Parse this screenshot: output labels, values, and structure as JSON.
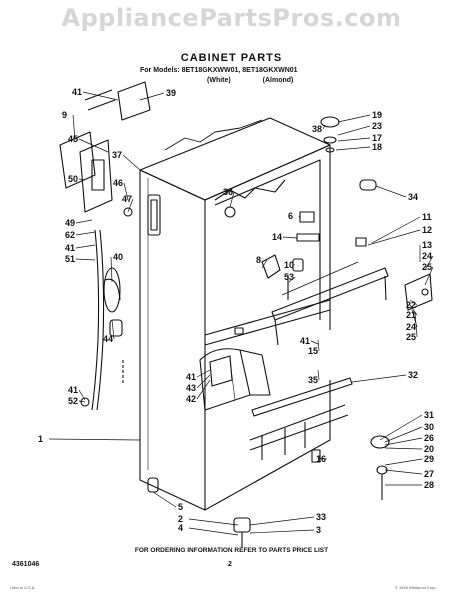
{
  "watermark": "AppliancePartsPros.com",
  "title": "CABINET PARTS",
  "models_line": "For Models: 8ET18GKXWW01, 8ET18GKXWN01",
  "variant_white": "(White)",
  "variant_almond": "(Almond)",
  "footer_note": "FOR ORDERING INFORMATION REFER TO PARTS PRICE LIST",
  "page_number": "2",
  "document_number": "4361046",
  "fine_print_left": "Litho in U.S.A.",
  "fine_print_right": "© 1990 Whirlpool Corp.",
  "callouts": [
    "41",
    "39",
    "9",
    "45",
    "37",
    "50",
    "46",
    "47",
    "49",
    "62",
    "41",
    "51",
    "40",
    "44",
    "36",
    "6",
    "14",
    "8",
    "10",
    "53",
    "38",
    "19",
    "23",
    "17",
    "18",
    "34",
    "11",
    "12",
    "13",
    "24",
    "25",
    "22",
    "21",
    "24",
    "25",
    "41",
    "15",
    "35",
    "41",
    "43",
    "42",
    "32",
    "41",
    "52",
    "1",
    "31",
    "30",
    "26",
    "20",
    "16",
    "29",
    "27",
    "28",
    "5",
    "2",
    "33",
    "4",
    "3"
  ]
}
